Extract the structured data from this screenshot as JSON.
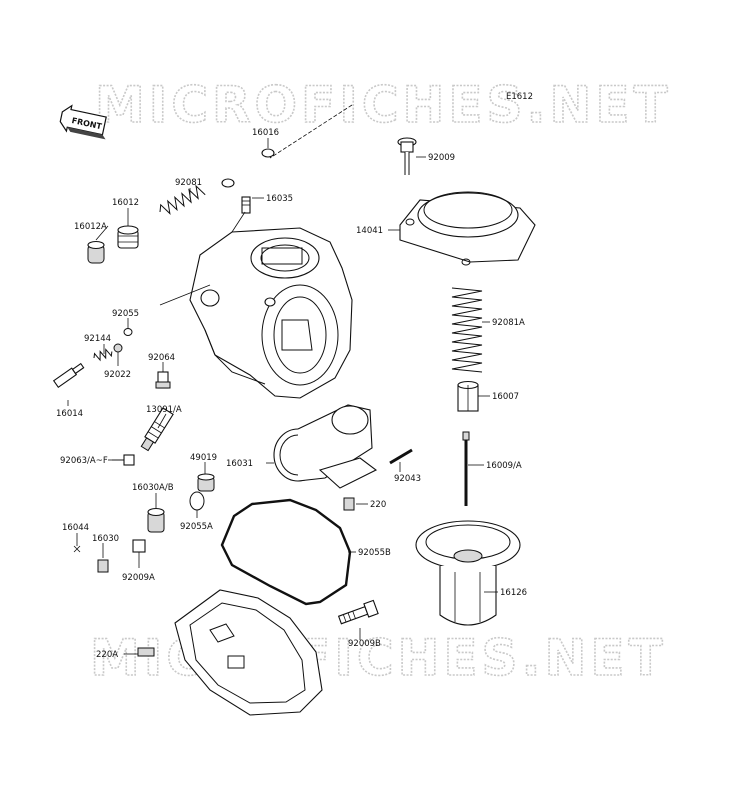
{
  "diagram": {
    "code": "E1612",
    "watermark": "MICROFICHES.NET",
    "front_label": "FRONT",
    "parts": [
      "16016",
      "92081",
      "16035",
      "16012",
      "16012A",
      "92055",
      "92144",
      "92022",
      "92064",
      "16014",
      "13091/A",
      "49019",
      "92063/A~F",
      "16030A/B",
      "92055A",
      "16031",
      "92043",
      "220",
      "16044",
      "16030",
      "92009A",
      "92055B",
      "92009B",
      "220A",
      "92009",
      "14041",
      "92081A",
      "16007",
      "16009/A",
      "16126"
    ]
  }
}
